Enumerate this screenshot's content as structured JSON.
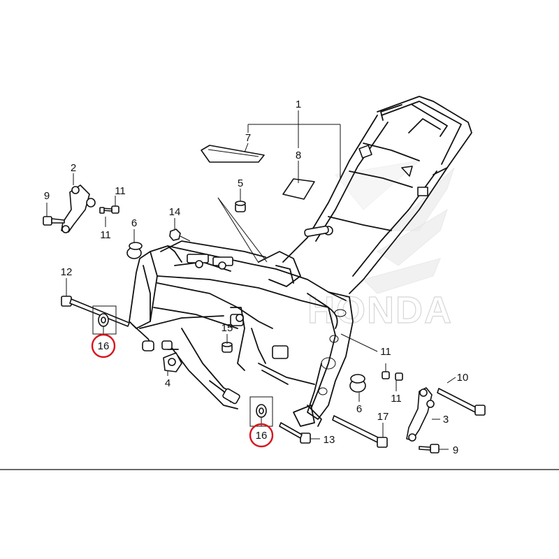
{
  "watermark": {
    "brand": "HONDA",
    "visible": true
  },
  "colors": {
    "line": "#111111",
    "highlight": "#d8141c",
    "watermark": "#e2e2e2"
  },
  "callouts": {
    "c1": "1",
    "c2": "2",
    "c3": "3",
    "c4": "4",
    "c5": "5",
    "c6a": "6",
    "c6b": "6",
    "c7": "7",
    "c8": "8",
    "c9a": "9",
    "c9b": "9",
    "c10": "10",
    "c11a": "11",
    "c11b": "11",
    "c11c": "11",
    "c11d": "11",
    "c12": "12",
    "c13": "13",
    "c14": "14",
    "c15": "15",
    "c16a": "16",
    "c16b": "16",
    "c17": "17"
  },
  "highlighted_parts": [
    "16",
    "16"
  ]
}
